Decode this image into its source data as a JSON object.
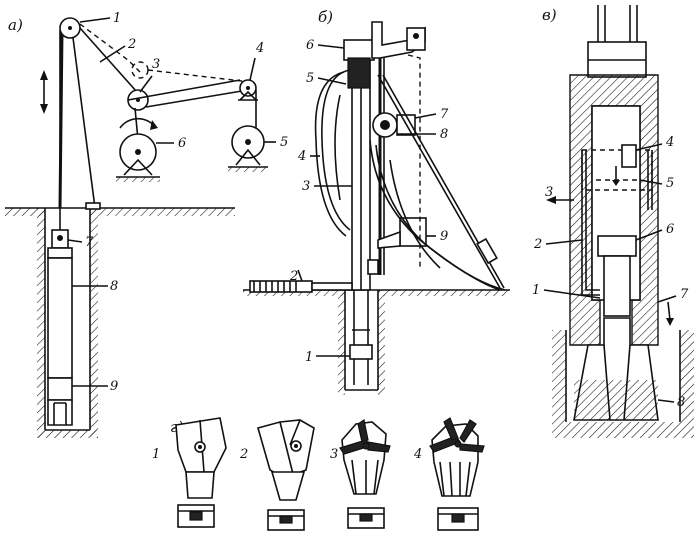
{
  "panels": {
    "a": "а)",
    "b": "б)",
    "v": "в)",
    "g": "г)"
  },
  "labels_a": [
    "1",
    "2",
    "3",
    "4",
    "5",
    "6",
    "7",
    "8",
    "9"
  ],
  "labels_b": [
    "1",
    "2",
    "3",
    "4",
    "5",
    "6",
    "7",
    "8",
    "9"
  ],
  "labels_v": [
    "1",
    "2",
    "3",
    "4",
    "5",
    "6",
    "7",
    "8"
  ],
  "labels_g": [
    "1",
    "2",
    "3",
    "4"
  ]
}
